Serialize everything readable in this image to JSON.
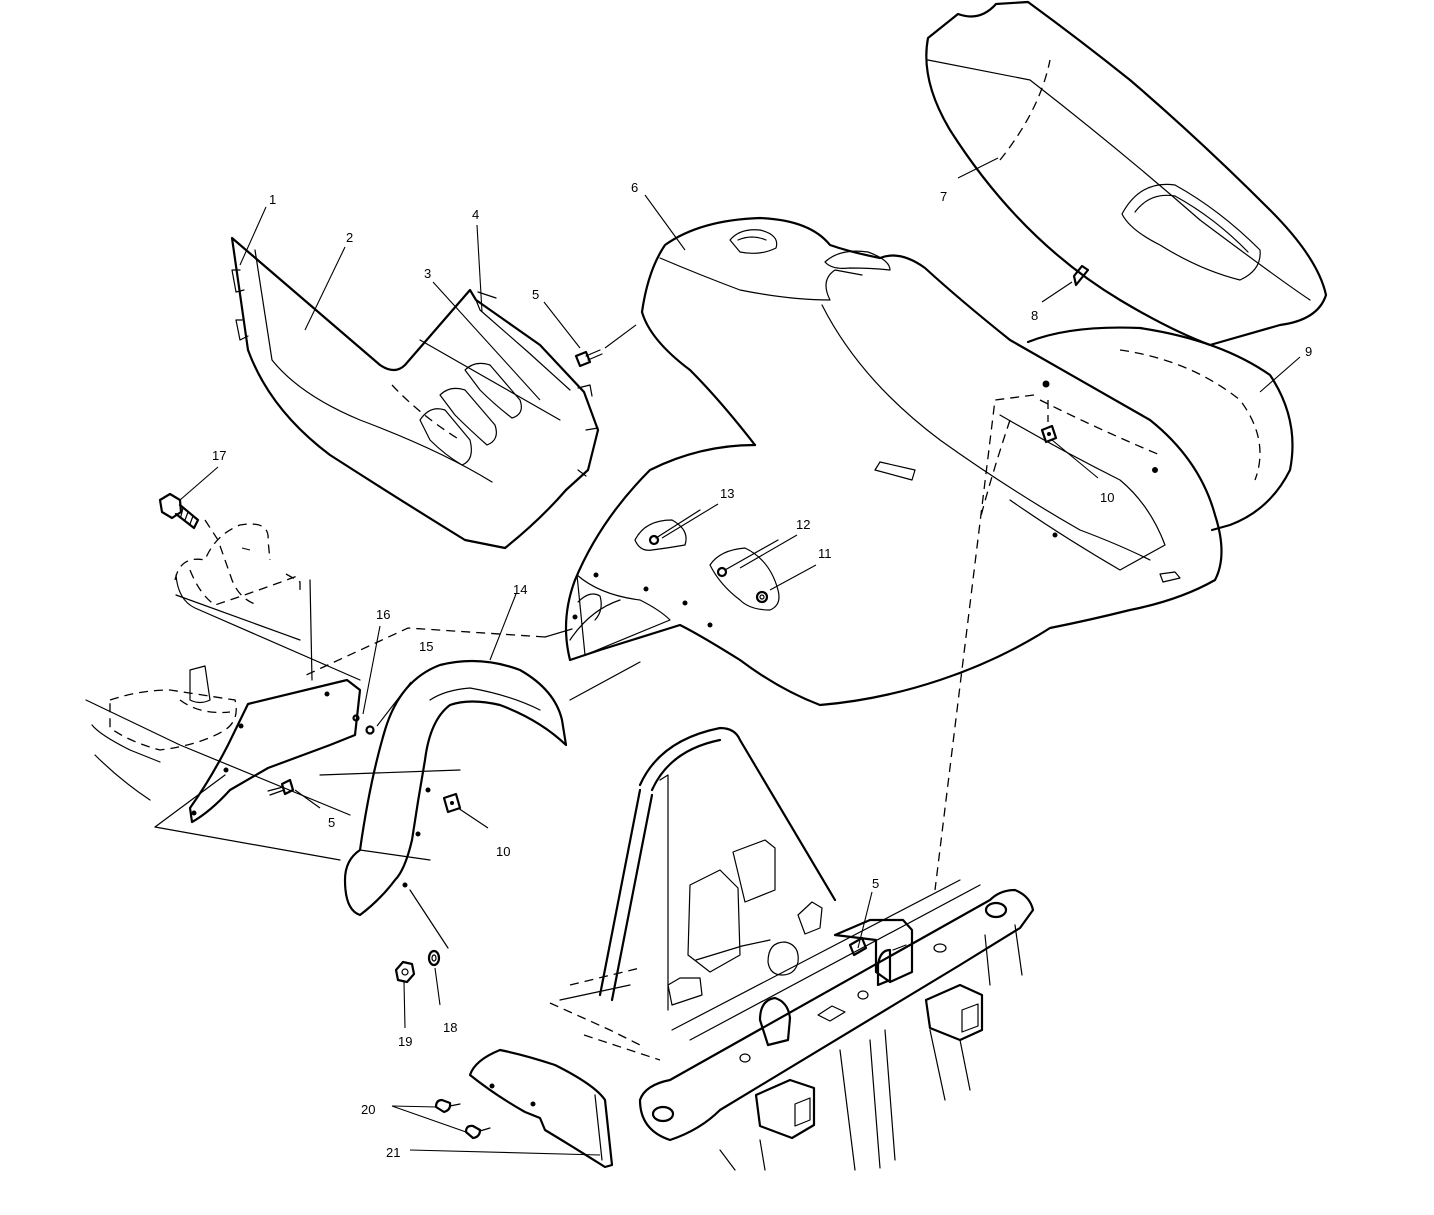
{
  "diagram": {
    "callouts": [
      {
        "id": "c1",
        "text": "1"
      },
      {
        "id": "c2",
        "text": "2"
      },
      {
        "id": "c3",
        "text": "3"
      },
      {
        "id": "c4",
        "text": "4"
      },
      {
        "id": "c5a",
        "text": "5"
      },
      {
        "id": "c6",
        "text": "6"
      },
      {
        "id": "c7",
        "text": "7"
      },
      {
        "id": "c8",
        "text": "8"
      },
      {
        "id": "c9",
        "text": "9"
      },
      {
        "id": "c10a",
        "text": "10"
      },
      {
        "id": "c11",
        "text": "11"
      },
      {
        "id": "c12",
        "text": "12"
      },
      {
        "id": "c13",
        "text": "13"
      },
      {
        "id": "c14",
        "text": "14"
      },
      {
        "id": "c15",
        "text": "15"
      },
      {
        "id": "c16",
        "text": "16"
      },
      {
        "id": "c17",
        "text": "17"
      },
      {
        "id": "c5b",
        "text": "5"
      },
      {
        "id": "c10b",
        "text": "10"
      },
      {
        "id": "c5c",
        "text": "5"
      },
      {
        "id": "c19",
        "text": "19"
      },
      {
        "id": "c18",
        "text": "18"
      },
      {
        "id": "c20",
        "text": "20"
      },
      {
        "id": "c21",
        "text": "21"
      }
    ]
  }
}
